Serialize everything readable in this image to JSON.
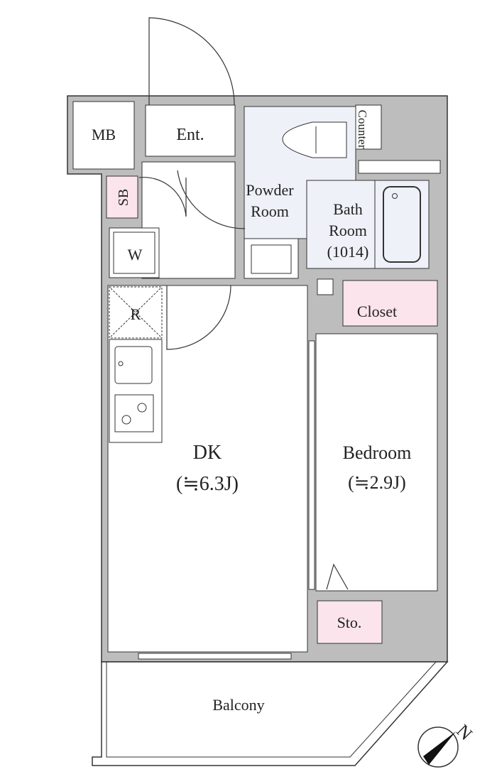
{
  "rooms": {
    "mb": "MB",
    "entrance": "Ent.",
    "sb": "SB",
    "washer": "W",
    "refrigerator": "R",
    "powder_room_line1": "Powder",
    "powder_room_line2": "Room",
    "counter": "Counter",
    "bath_line1": "Bath",
    "bath_line2": "Room",
    "bath_size": "(1014)",
    "closet": "Closet",
    "dk": "DK",
    "dk_size": "(≒6.3J)",
    "bedroom": "Bedroom",
    "bedroom_size": "(≒2.9J)",
    "storage": "Sto.",
    "balcony": "Balcony"
  },
  "compass": {
    "label": "N"
  },
  "colors": {
    "wall": "#bdbdbd",
    "pink": "#fbe4ec",
    "blue": "#eef1f8",
    "line": "#333333"
  }
}
